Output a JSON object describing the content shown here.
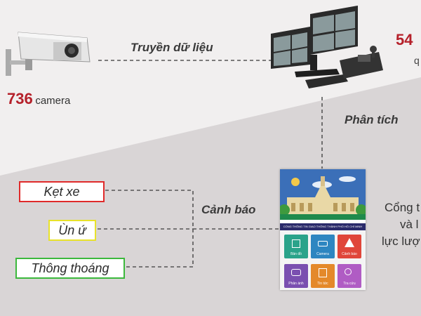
{
  "camera": {
    "count": "736",
    "label": "camera"
  },
  "labels": {
    "transfer": "Truyền dữ liệu",
    "analysis": "Phân tích",
    "alert": "Cảnh báo"
  },
  "right_partial": {
    "number": "54",
    "sub": "q",
    "line1": "Cổng t",
    "line2": "và l",
    "line3": "lực lượ"
  },
  "traffic_states": [
    {
      "text": "Kẹt xe",
      "color": "#e02a2a"
    },
    {
      "text": "Ùn ứ",
      "color": "#e8e22a"
    },
    {
      "text": "Thông thoáng",
      "color": "#3cb83c"
    }
  ],
  "app": {
    "banner": "CỔNG THÔNG TIN GIAO THÔNG THÀNH PHỐ HỒ CHÍ MINH",
    "tiles": [
      {
        "label": "Bản đồ",
        "color": "#2aa38a",
        "icon": "map-icon"
      },
      {
        "label": "Camera",
        "color": "#2e86c1",
        "icon": "camera-icon"
      },
      {
        "label": "Cảnh báo",
        "color": "#e0463a",
        "icon": "warning-icon"
      },
      {
        "label": "Phản ánh",
        "color": "#7a4fb0",
        "icon": "chat-icon"
      },
      {
        "label": "Tin tức",
        "color": "#e4892a",
        "icon": "news-icon"
      },
      {
        "label": "Tra cứu",
        "color": "#b05cc4",
        "icon": "search-icon"
      }
    ]
  }
}
